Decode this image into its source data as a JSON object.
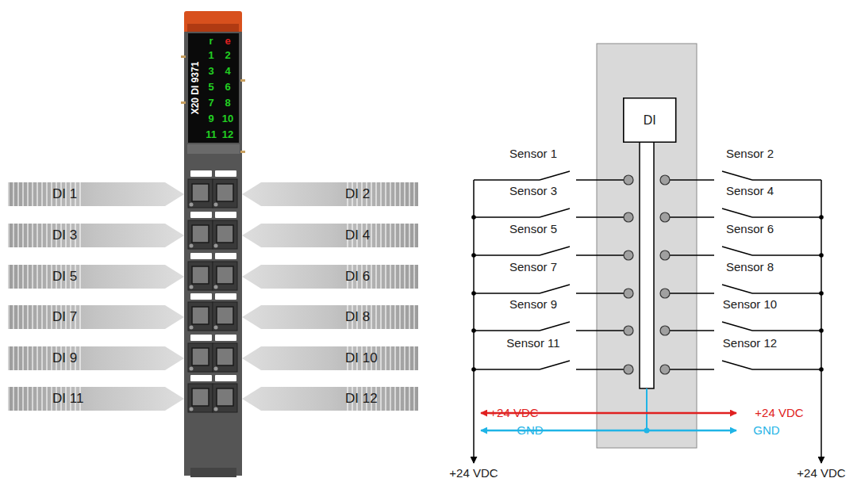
{
  "diagram": {
    "nodes": [
      {
        "text": [
          "DI 1"
        ]
      },
      {
        "text": [
          "DI 2"
        ]
      },
      {
        "text": [
          "DI 3"
        ]
      },
      {
        "text": [
          "DI 4"
        ]
      },
      {
        "text": [
          "DI 5"
        ]
      },
      {
        "text": [
          "DI 6"
        ]
      },
      {
        "text": [
          "DI 7"
        ]
      },
      {
        "text": [
          "DI 8"
        ]
      },
      {
        "text": [
          "DI 9"
        ]
      },
      {
        "text": [
          "DI 10"
        ]
      },
      {
        "text": [
          "DI 11"
        ]
      },
      {
        "text": [
          "DI 12"
        ]
      },
      {
        "text": [
          "DI"
        ]
      }
    ],
    "labels": [
      "X20 DI 9371",
      "r",
      "e",
      "1",
      "2",
      "3",
      "4",
      "5",
      "6",
      "7",
      "8",
      "9",
      "10",
      "11",
      "12",
      "Sensor 1",
      "Sensor 2",
      "Sensor 3",
      "Sensor 4",
      "Sensor 5",
      "Sensor 6",
      "Sensor 7",
      "Sensor 8",
      "Sensor 9",
      "Sensor 10",
      "Sensor 11",
      "Sensor 12",
      "+24 VDC",
      "+24 VDC",
      "GND",
      "GND",
      "+24 VDC",
      "+24 VDC"
    ]
  }
}
